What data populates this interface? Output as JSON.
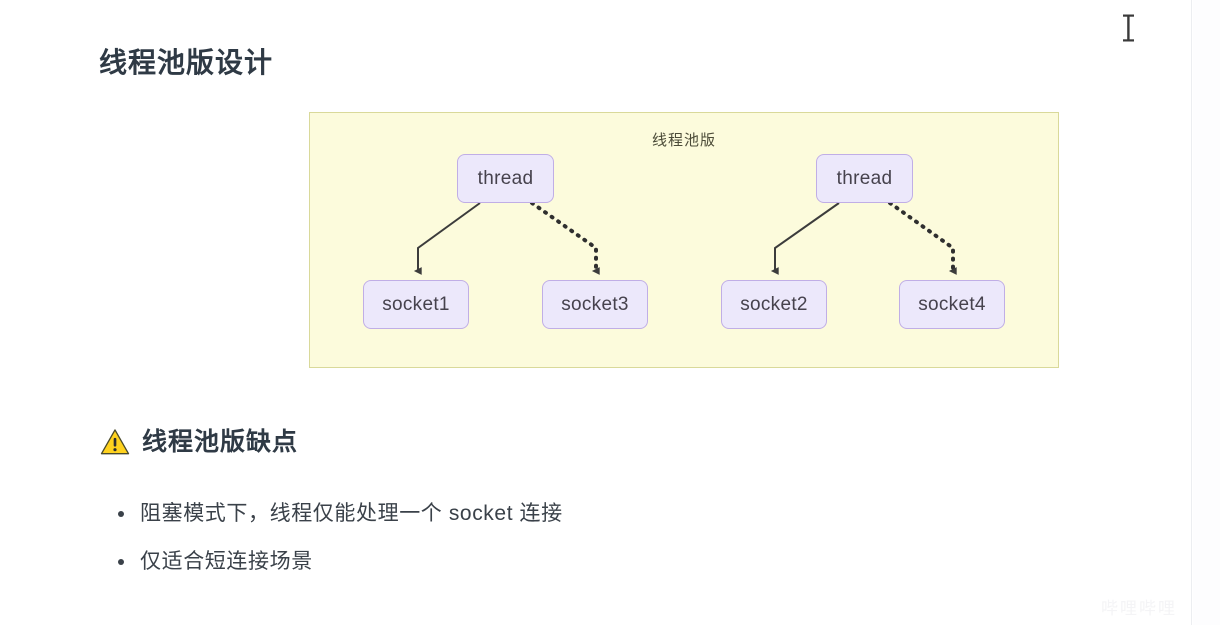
{
  "page": {
    "title": "线程池版设计"
  },
  "diagram": {
    "label": "线程池版",
    "colors": {
      "container_fill": "#fcfbdc",
      "container_border": "#d9d99a",
      "node_fill": "#ece8fb",
      "node_border": "#c0aee6",
      "edge": "#3c3c3c"
    },
    "nodes": [
      {
        "id": "thread-a",
        "label": "thread",
        "type": "thread"
      },
      {
        "id": "thread-b",
        "label": "thread",
        "type": "thread"
      },
      {
        "id": "socket-1",
        "label": "socket1",
        "type": "socket"
      },
      {
        "id": "socket-3",
        "label": "socket3",
        "type": "socket"
      },
      {
        "id": "socket-2",
        "label": "socket2",
        "type": "socket"
      },
      {
        "id": "socket-4",
        "label": "socket4",
        "type": "socket"
      }
    ],
    "edges": [
      {
        "from": "thread-a",
        "to": "socket-1",
        "style": "solid"
      },
      {
        "from": "thread-a",
        "to": "socket-3",
        "style": "dotted"
      },
      {
        "from": "thread-b",
        "to": "socket-2",
        "style": "solid"
      },
      {
        "from": "thread-b",
        "to": "socket-4",
        "style": "dotted"
      }
    ]
  },
  "warning": {
    "icon": "warning-triangle-icon",
    "heading": "线程池版缺点",
    "bullets": [
      "阻塞模式下，线程仅能处理一个 socket 连接",
      "仅适合短连接场景"
    ]
  },
  "watermark": {
    "text": "哔哩哔哩"
  }
}
